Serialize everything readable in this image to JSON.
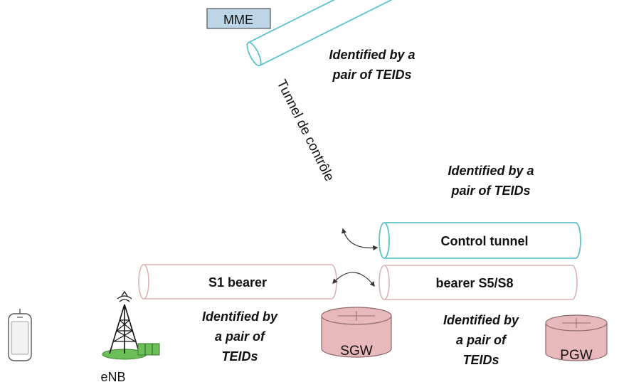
{
  "nodes": {
    "mme": "MME",
    "sgw": "SGW",
    "pgw": "PGW",
    "enb": "eNB"
  },
  "tunnels": {
    "control_diag": "Tunnel de contrôle",
    "control": "Control tunnel",
    "s1": "S1 bearer",
    "s5s8": "bearer S5/S8"
  },
  "annotations": {
    "a1": [
      "Identified by a",
      "pair of TEIDs"
    ],
    "a2": [
      "Identified by a",
      "pair of TEIDs"
    ],
    "a3": [
      "Identified by",
      "a pair of",
      "TEIDs"
    ],
    "a4": [
      "Identified by",
      "a pair of",
      "TEIDs"
    ]
  },
  "colors": {
    "control_stroke": "#5cc4c8",
    "bearer_stroke": "#dcb4b6",
    "router_fill": "#e7b9bb",
    "mme_fill": "#bcd6e8",
    "antenna_base": "#6abf57"
  }
}
